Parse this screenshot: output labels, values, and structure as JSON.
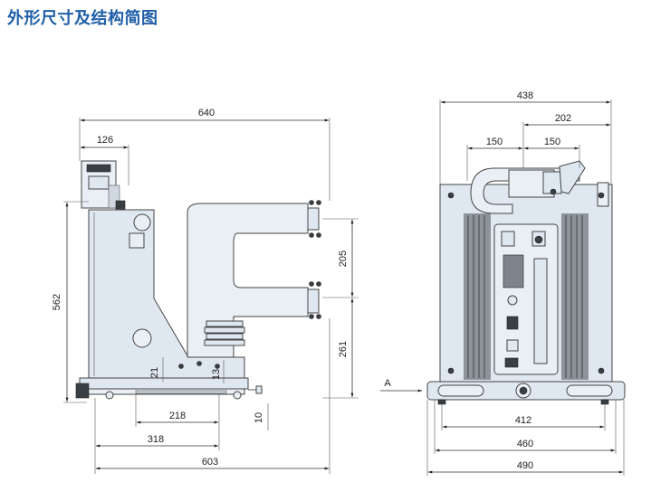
{
  "heading": "外形尺寸及结构简图",
  "side_view": {
    "dims": {
      "d640": "640",
      "d126": "126",
      "d562": "562",
      "d205": "205",
      "d261": "261",
      "d21": "21",
      "d13": "13",
      "d218": "218",
      "d10": "10",
      "d318": "318",
      "d603": "603"
    }
  },
  "front_view": {
    "dims": {
      "d438": "438",
      "d202": "202",
      "d150a": "150",
      "d150b": "150",
      "d412": "412",
      "d460": "460",
      "d490": "490"
    },
    "arrow_label": "A"
  },
  "colors": {
    "heading": "#1f5fa8",
    "body_fill": "#dfe8f1",
    "line": "#333333"
  }
}
